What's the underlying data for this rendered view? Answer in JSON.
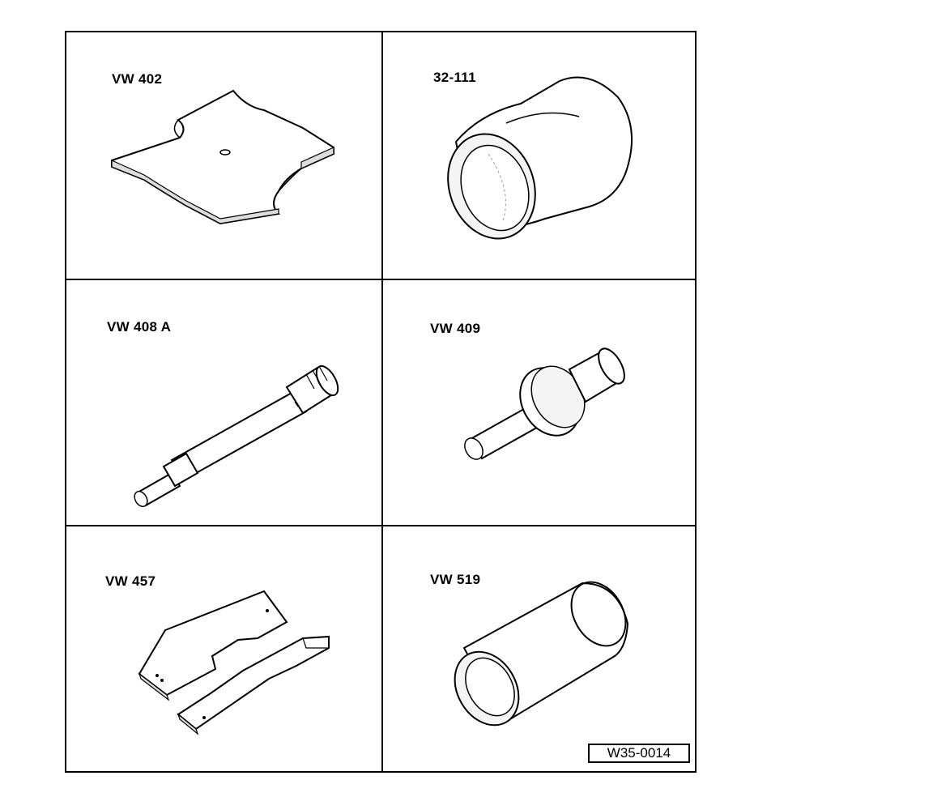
{
  "tools": [
    {
      "id": "vw402",
      "label": "VW 402"
    },
    {
      "id": "32111",
      "label": "32-111"
    },
    {
      "id": "vw408a",
      "label": "VW 408 A"
    },
    {
      "id": "vw409",
      "label": "VW 409"
    },
    {
      "id": "vw457",
      "label": "VW 457"
    },
    {
      "id": "vw519",
      "label": "VW 519"
    }
  ],
  "reference_code": "W35-0014"
}
